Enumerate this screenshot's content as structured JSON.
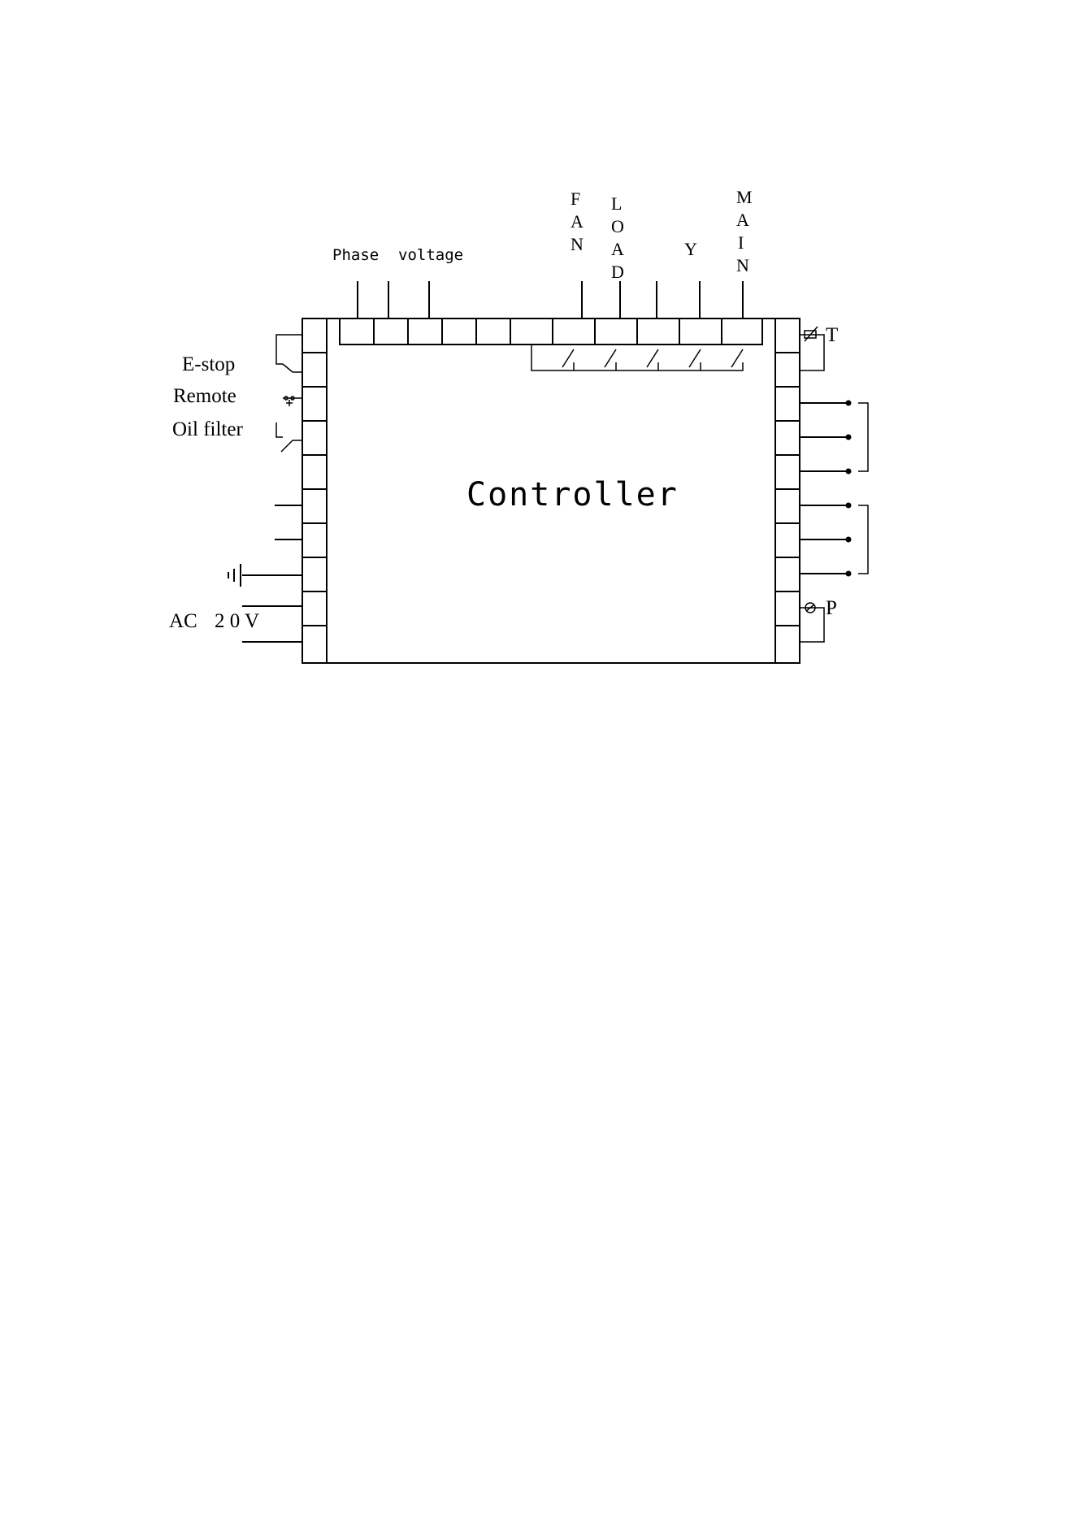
{
  "diagram": {
    "title": "Controller",
    "top_labels": {
      "phase": "Phase",
      "voltage": "voltage",
      "fan": [
        "F",
        "A",
        "N"
      ],
      "load": [
        "L",
        "O",
        "A",
        "D"
      ],
      "y": "Y",
      "main": [
        "M",
        "A",
        "I",
        "N"
      ]
    },
    "left_labels": {
      "estop": "E-stop",
      "remote": "Remote",
      "oil_filter": "Oil filter",
      "ac": "AC",
      "ac_value": "2 0 V"
    },
    "right_labels": {
      "t": "T",
      "p": "P"
    }
  }
}
